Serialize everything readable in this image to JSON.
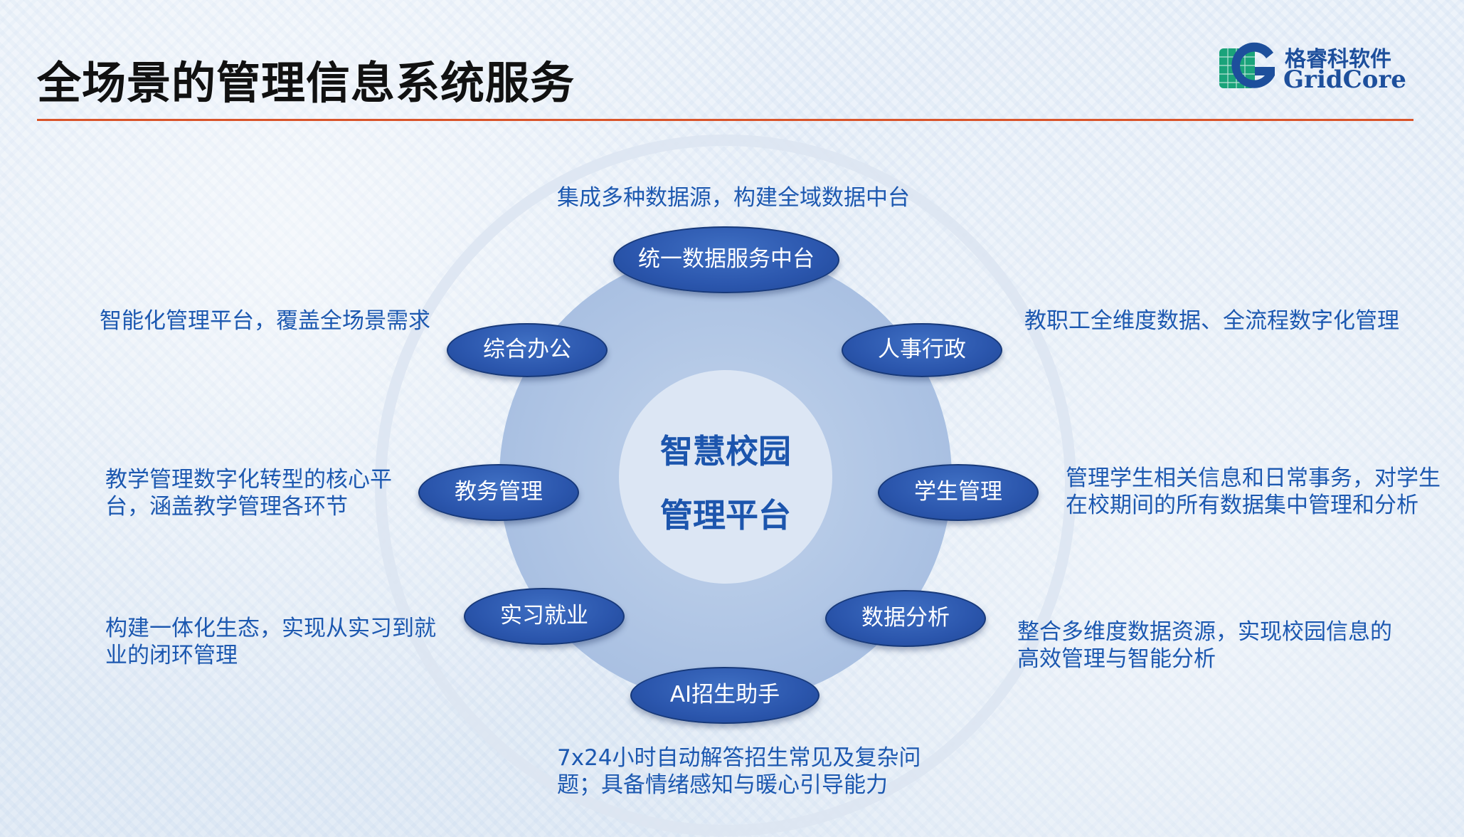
{
  "header": {
    "title": "全场景的管理信息系统服务"
  },
  "logo": {
    "name_cn": "格睿科软件",
    "name_en": "GridCore"
  },
  "colors": {
    "accent_rule": "#d9542a",
    "node_fill": "#2b56ad",
    "text_blue": "#1c58b0",
    "inner_disk": "#b3c8e6"
  },
  "center": {
    "line1": "智慧校园",
    "line2": "管理平台"
  },
  "modules": [
    {
      "id": "data-middle",
      "label": "统一数据服务中台",
      "description": "集成多种数据源，构建全域数据中台"
    },
    {
      "id": "hr",
      "label": "人事行政",
      "description": "教职工全维度数据、全流程数字化管理"
    },
    {
      "id": "student",
      "label": "学生管理",
      "description": "管理学生相关信息和日常事务，对学生在校期间的所有数据集中管理和分析"
    },
    {
      "id": "analytics",
      "label": "数据分析",
      "description": "整合多维度数据资源，实现校园信息的高效管理与智能分析"
    },
    {
      "id": "ai-admission",
      "label": "AI招生助手",
      "description": "7x24小时自动解答招生常见及复杂问题；具备情绪感知与暖心引导能力"
    },
    {
      "id": "internship",
      "label": "实习就业",
      "description": "构建一体化生态，实现从实习到就业的闭环管理"
    },
    {
      "id": "academic",
      "label": "教务管理",
      "description": "教学管理数字化转型的核心平台，涵盖教学管理各环节"
    },
    {
      "id": "office",
      "label": "综合办公",
      "description": "智能化管理平台，覆盖全场景需求"
    }
  ]
}
